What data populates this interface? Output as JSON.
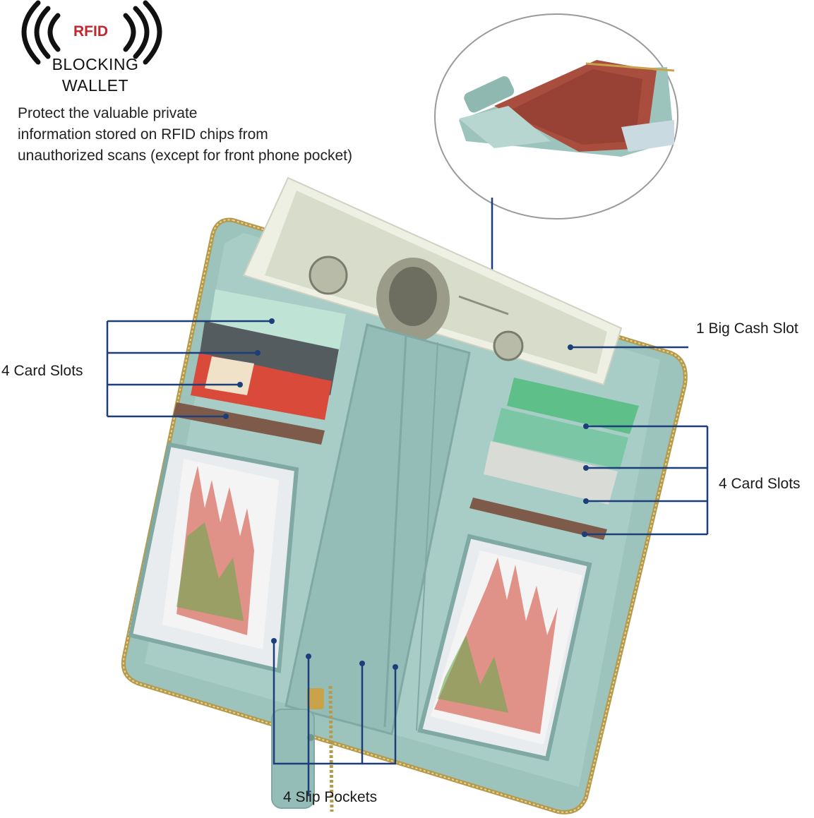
{
  "badge": {
    "rfid": "RFID",
    "line1": "BLOCKING",
    "line2": "WALLET"
  },
  "description": [
    "Protect the valuable private",
    "information stored on RFID chips from",
    "unauthorized scans (except for front phone pocket)"
  ],
  "callouts": {
    "cash_slot": "1 Big Cash Slot",
    "left_cards": "4 Card Slots",
    "right_cards": "4 Card Slots",
    "slip_pockets": "4 Slip Pockets"
  },
  "colors": {
    "wallet": "#9cc4bd",
    "wallet_dark": "#7fa9a2",
    "callout_line": "#1c3f7a",
    "rfid_red": "#c4262e"
  }
}
